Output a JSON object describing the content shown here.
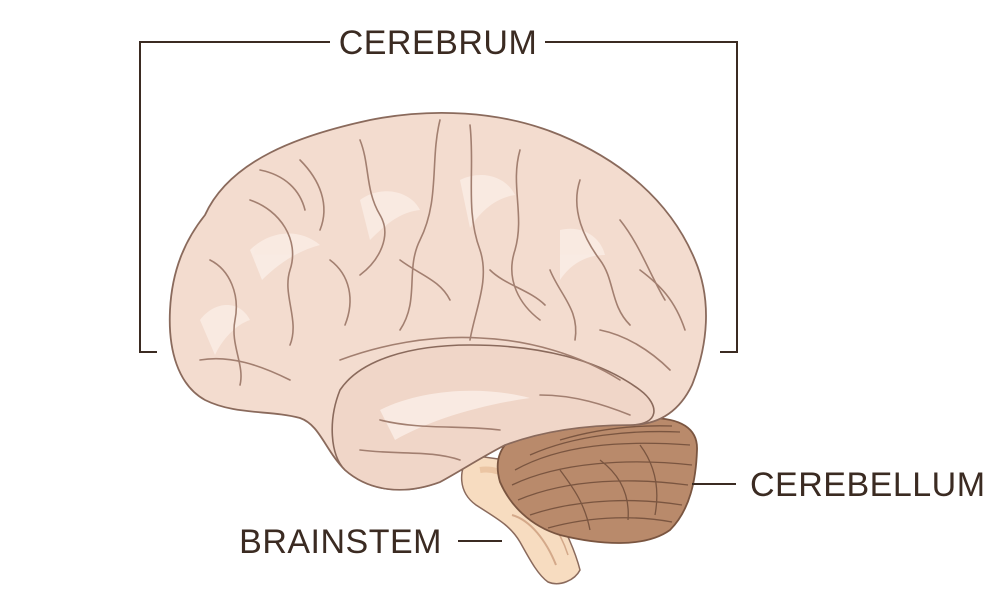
{
  "labels": {
    "cerebrum": "CEREBRUM",
    "cerebellum": "CEREBELLUM",
    "brainstem": "BRAINSTEM"
  },
  "colors": {
    "text": "#3b2b22",
    "leader_line": "#3b2b22",
    "cerebrum_fill": "#f3dccf",
    "cerebrum_highlight": "#faece4",
    "cerebrum_outline": "#8a6a5c",
    "sulci": "#a27f70",
    "cerebellum_fill": "#b98a6b",
    "cerebellum_lines": "#7a5540",
    "brainstem_fill": "#f7dcc0",
    "brainstem_shade": "#ebc5a3"
  }
}
